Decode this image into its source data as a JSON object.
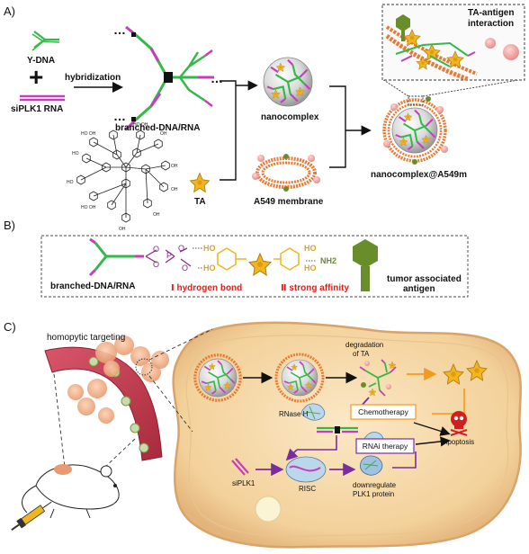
{
  "panels": {
    "a": "A)",
    "b": "B)",
    "c": "C)"
  },
  "panel_a": {
    "y_dna": "Y-DNA",
    "plus": "+",
    "siplk1": "siPLK1 RNA",
    "hybridization": "hybridization",
    "branched": "branched-DNA/RNA",
    "ta": "TA",
    "nanocomplex": "nanocomplex",
    "a549": "A549 membrane",
    "nanocomplex_a549": "nanocomplex@A549m",
    "inset_title_1": "TA-antigen",
    "inset_title_2": "interaction",
    "dots": "…"
  },
  "panel_b": {
    "branched": "branched-DNA/RNA",
    "ho": "HO",
    "nh2": "NH2",
    "hbond": "Ⅰ hydrogen bond",
    "affinity": "Ⅱ strong affinity",
    "tumor_1": "tumor associated",
    "tumor_2": "antigen",
    "o": "O",
    "p": "P"
  },
  "panel_c": {
    "homopytic": "homopytic targeting",
    "degradation_1": "degradation",
    "degradation_2": "of TA",
    "rnase": "RNase H",
    "chemo": "Chemotherapy",
    "rnai": "RNAi therapy",
    "apoptosis": "Apoptosis",
    "siplk1": "siPLK1",
    "risc": "RISC",
    "down_1": "downregulate",
    "down_2": "PLK1 protein"
  },
  "colors": {
    "dna_green": "#35b84a",
    "rna_magenta": "#c83dba",
    "ta_gold": "#f1b51f",
    "membrane_orange": "#e87a35",
    "membrane_pink": "#f0a3a0",
    "antigen_green": "#6a8d2c",
    "cell_tan": "#f6d9a9",
    "chemo_orange": "#f39a1e",
    "rnai_purple": "#7a2da0",
    "red_text": "#e0201b",
    "vessel_red": "#c0394b"
  }
}
